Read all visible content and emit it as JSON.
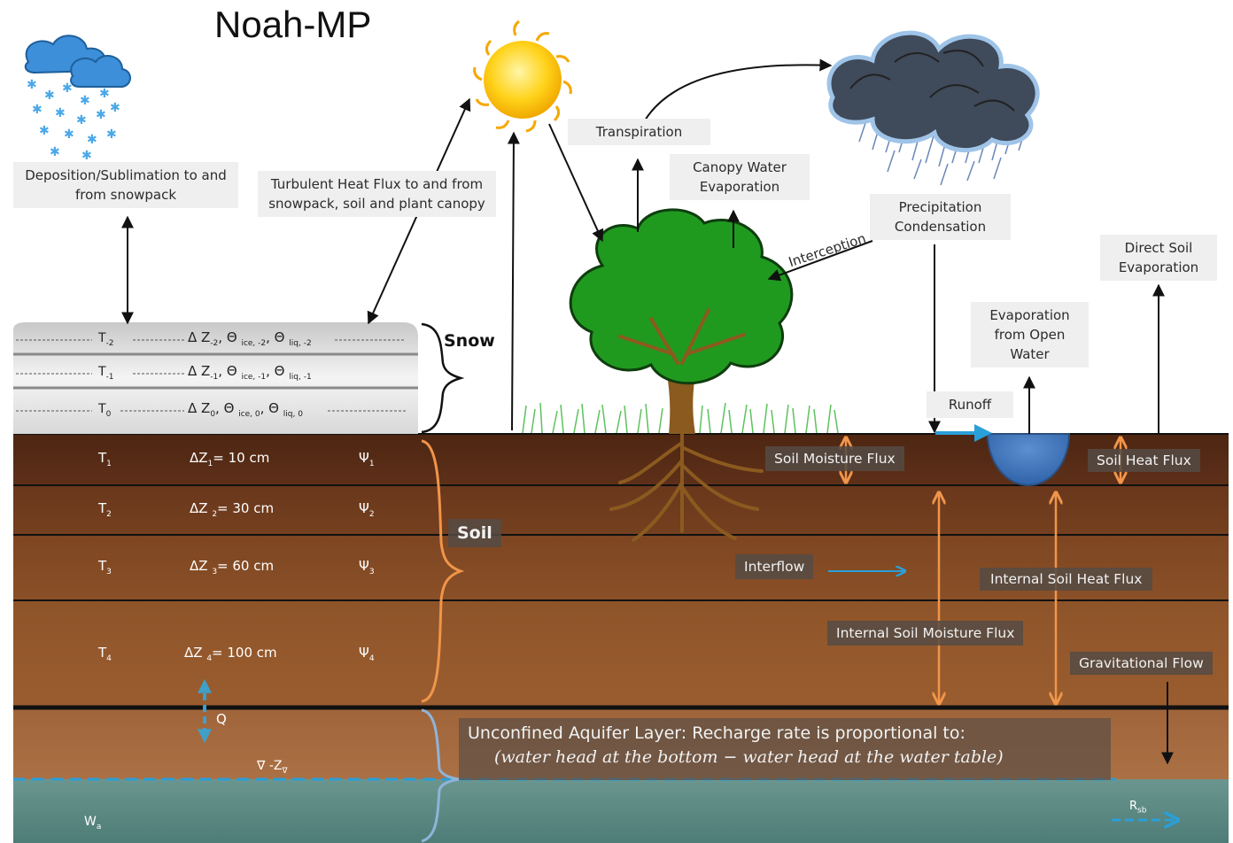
{
  "title": "Noah-MP",
  "labels": {
    "deposition": "Deposition/Sublimation to and from snowpack",
    "turbulent": "Turbulent Heat Flux to and from snowpack, soil and plant canopy",
    "transpiration": "Transpiration",
    "canopy_evap": "Canopy Water Evaporation",
    "precip": "Precipitation Condensation",
    "direct_soil_evap": "Direct Soil Evaporation",
    "open_water_evap": "Evaporation from Open Water",
    "interception": "Interception",
    "runoff": "Runoff",
    "snow": "Snow",
    "soil": "Soil",
    "soil_moisture_flux": "Soil Moisture Flux",
    "soil_heat_flux": "Soil Heat Flux",
    "interflow": "Interflow",
    "internal_heat_flux": "Internal Soil Heat Flux",
    "internal_moisture_flux": "Internal Soil Moisture Flux",
    "gravitational_flow": "Gravitational Flow",
    "aquifer_line1": "Unconfined Aquifer Layer: Recharge rate is proportional to:",
    "aquifer_line2": "(water head at the bottom − water head at the water table)"
  },
  "snow_layers": [
    {
      "t": "T",
      "t_sub": "-2",
      "dz": "Δ Z",
      "dz_sub": "-2",
      "theta": "Θ",
      "ice_sub": "ice, -2",
      "liq_sub": "liq, -2"
    },
    {
      "t": "T",
      "t_sub": "-1",
      "dz": "Δ Z",
      "dz_sub": "-1",
      "theta": "Θ",
      "ice_sub": "ice, -1",
      "liq_sub": "liq, -1"
    },
    {
      "t": "T",
      "t_sub": "0",
      "dz": "Δ Z",
      "dz_sub": "0",
      "theta": "Θ",
      "ice_sub": "ice, 0",
      "liq_sub": "liq, 0"
    }
  ],
  "soil_layers": [
    {
      "t": "T",
      "t_sub": "1",
      "dz": "ΔZ",
      "dz_sub": "1",
      "dz_val": "= 10 cm",
      "psi": "Ψ",
      "psi_sub": "1"
    },
    {
      "t": "T",
      "t_sub": "2",
      "dz": "ΔZ ",
      "dz_sub": "2",
      "dz_val": "= 30 cm",
      "psi": "Ψ",
      "psi_sub": "2"
    },
    {
      "t": "T",
      "t_sub": "3",
      "dz": "ΔZ ",
      "dz_sub": "3",
      "dz_val": "= 60 cm",
      "psi": "Ψ",
      "psi_sub": "3"
    },
    {
      "t": "T",
      "t_sub": "4",
      "dz": "ΔZ ",
      "dz_sub": "4",
      "dz_val": "= 100 cm",
      "psi": "Ψ",
      "psi_sub": "4"
    }
  ],
  "aquifer": {
    "q": "Q",
    "zv": "∇  -Z",
    "zv_sub": "∇",
    "wa": "W",
    "wa_sub": "a",
    "rsb": "R",
    "rsb_sub": "sb"
  },
  "colors": {
    "soil_top": "#5a2e17",
    "soil_bottom": "#9a5b2f",
    "aquifer_water": "#5e8c85",
    "arrow_orange": "#f0954a",
    "arrow_blue": "#2a9fd8",
    "tree_green": "#1f9a1f"
  }
}
